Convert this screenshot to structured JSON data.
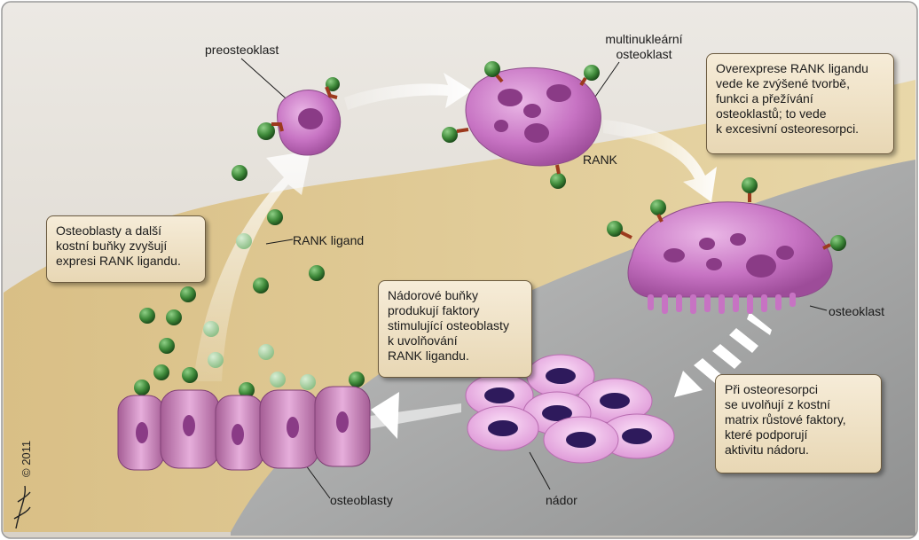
{
  "labels": {
    "preosteoclast": "preosteoklast",
    "multinuclear_1": "multinukleární",
    "multinuclear_2": "osteoklast",
    "rank": "RANK",
    "rank_ligand": "RANK ligand",
    "osteoclast": "osteoklast",
    "osteoblasts": "osteoblasty",
    "tumor": "nádor"
  },
  "boxes": {
    "overexpression": [
      "Overexprese RANK ligandu",
      "vede ke zvýšené tvorbě,",
      "funkci a přežívání",
      "osteoklastů; to vede",
      "k excesivní osteoresorpci."
    ],
    "osteoblasts_expression": [
      "Osteoblasty a další",
      "kostní buňky zvyšují",
      "expresi RANK ligandu."
    ],
    "tumor_factors": [
      "Nádorové buňky",
      "produkují faktory",
      "stimulující osteoblasty",
      "k uvolňování",
      "RANK ligandu."
    ],
    "resorption": [
      "Při osteoresorpci",
      "se uvolňují z kostní",
      "matrix růstové faktory,",
      "které podporují",
      "aktivitu nádoru."
    ]
  },
  "copyright": "© 2011",
  "colors": {
    "background_top": "#e4e0da",
    "tan": "#e0c78e",
    "bone_gray": "#a9aaaa",
    "cell_magenta": "#c773c3",
    "nucleus": "#8a3b86",
    "rank_ligand_green": "#3f8a3a",
    "receptor_red": "#9c3a1e",
    "tumor_nucleus": "#2e1a5c"
  }
}
